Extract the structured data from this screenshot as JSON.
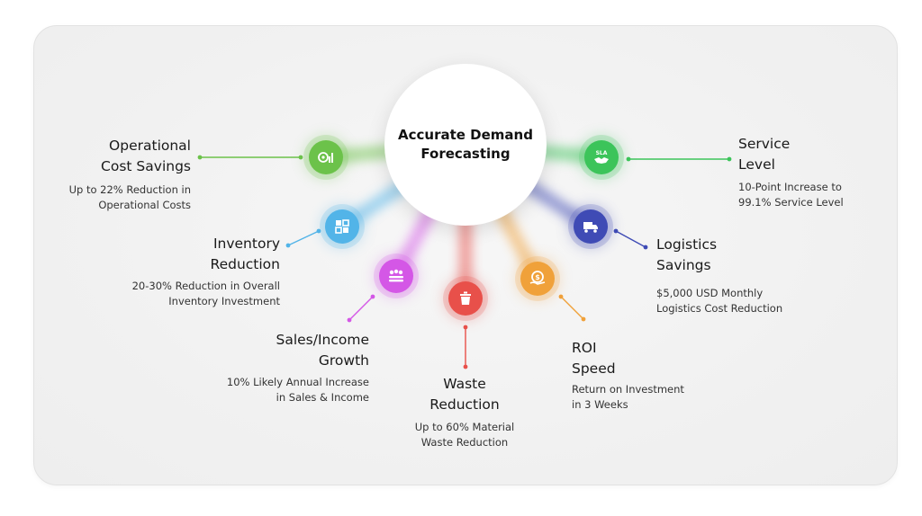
{
  "hub": {
    "line1": "Accurate Demand",
    "line2": "Forecasting"
  },
  "items": [
    {
      "title1": "Operational",
      "title2": "Cost Savings",
      "desc1": "Up to 22% Reduction in",
      "desc2": "Operational Costs",
      "color": "#6cc24a",
      "icon": "cost-savings-icon"
    },
    {
      "title1": "Inventory",
      "title2": "Reduction",
      "desc1": "20-30% Reduction in Overall",
      "desc2": "Inventory Investment",
      "color": "#52b4e8",
      "icon": "inventory-icon"
    },
    {
      "title1": "Sales/Income",
      "title2": "Growth",
      "desc1": "10% Likely Annual Increase",
      "desc2": "in Sales & Income",
      "color": "#d457e6",
      "icon": "sales-growth-icon"
    },
    {
      "title1": "Waste",
      "title2": "Reduction",
      "desc1": "Up to 60% Material",
      "desc2": "Waste Reduction",
      "color": "#e8504a",
      "icon": "waste-icon"
    },
    {
      "title1": "ROI",
      "title2": "Speed",
      "desc1": "Return on Investment",
      "desc2": "in 3 Weeks",
      "color": "#f0a13a",
      "icon": "roi-icon"
    },
    {
      "title1": "Logistics",
      "title2": "Savings",
      "desc1": "$5,000 USD Monthly",
      "desc2": "Logistics Cost Reduction",
      "color": "#3f4bb5",
      "icon": "logistics-icon"
    },
    {
      "title1": "Service",
      "title2": "Level",
      "desc1": "10-Point Increase to",
      "desc2": "99.1% Service Level",
      "color": "#3cc45a",
      "icon": "sla-icon",
      "icon_text": "SLA"
    }
  ]
}
